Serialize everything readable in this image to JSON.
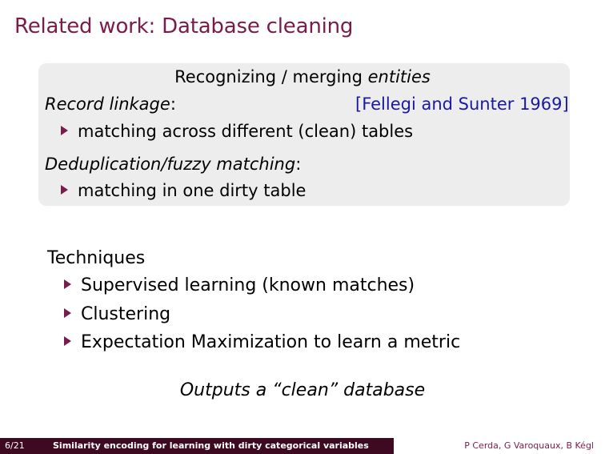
{
  "slide": {
    "title": "Related work: Database cleaning"
  },
  "box": {
    "heading_plain": "Recognizing / merging ",
    "heading_italic": "entities",
    "record_linkage": {
      "label": "Record linkage",
      "suffix": ":",
      "citation": "[Fellegi and Sunter 1969]",
      "bullet": "matching across different (clean) tables"
    },
    "deduplication": {
      "label": "Deduplication/fuzzy matching",
      "suffix": ":",
      "bullet": "matching in one dirty table"
    }
  },
  "techniques": {
    "title": "Techniques",
    "items": [
      "Supervised learning (known matches)",
      "Clustering",
      "Expectation Maximization to learn a metric"
    ]
  },
  "outputs": "Outputs a “clean” database",
  "footer": {
    "page": "6/21",
    "title": "Similarity encoding for learning with dirty categorical variables",
    "authors": "P Cerda, G Varoquaux, B Kégl"
  },
  "colors": {
    "accent": "#7a1c4a",
    "citation": "#1a1aa0",
    "footer_bar": "#3d0a22",
    "box_bg": "#ededed"
  }
}
